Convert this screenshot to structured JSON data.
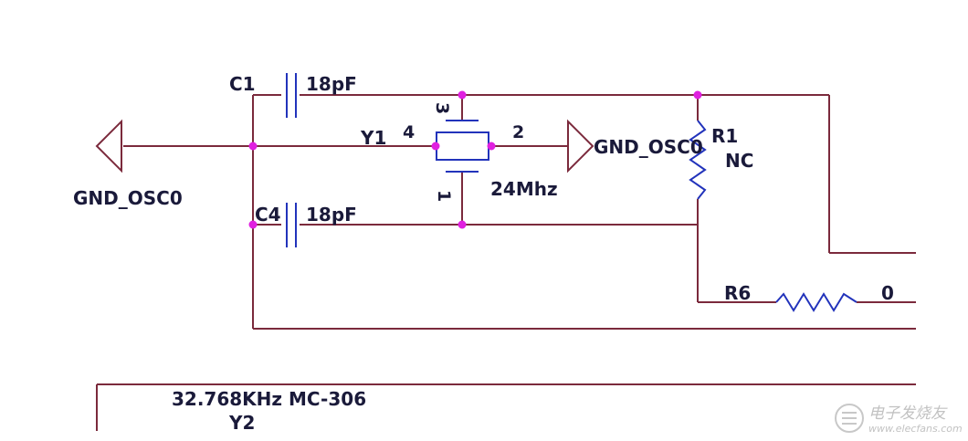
{
  "colors": {
    "wire": "#7b2a3c",
    "component": "#2233bb",
    "junction": "#e020e0",
    "text": "#1a1a3a"
  },
  "components": {
    "c1": {
      "ref": "C1",
      "value": "18pF"
    },
    "c4": {
      "ref": "C4",
      "value": "18pF"
    },
    "y1": {
      "ref": "Y1",
      "value": "24Mhz",
      "pins": [
        "1",
        "2",
        "3",
        "4"
      ]
    },
    "r1": {
      "ref": "R1",
      "value": "NC"
    },
    "r6": {
      "ref": "R6",
      "value": "0"
    },
    "y2": {
      "ref": "Y2",
      "value": "32.768KHz MC-306"
    }
  },
  "net_labels": {
    "left": "GND_OSC0",
    "right": "GND_OSC0"
  },
  "watermark": {
    "cn": "电子发烧友",
    "url": "www.elecfans.com",
    "icon": "elecfans-logo-icon"
  }
}
